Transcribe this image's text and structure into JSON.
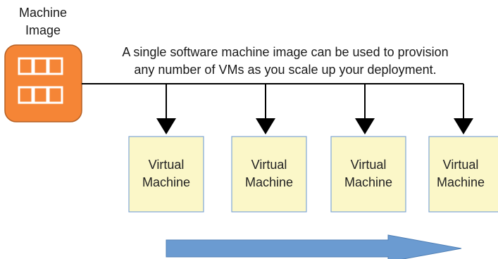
{
  "machine_image": {
    "label_line1": "Machine",
    "label_line2": "Image",
    "icon": "machine-image-icon",
    "color": "#f58536",
    "border_color": "#b55f22"
  },
  "caption": {
    "line1": "A single software machine image can be used to provision",
    "line2": "any number of VMs as you scale up your deployment."
  },
  "virtual_machines": [
    {
      "line1": "Virtual",
      "line2": "Machine"
    },
    {
      "line1": "Virtual",
      "line2": "Machine"
    },
    {
      "line1": "Virtual",
      "line2": "Machine"
    },
    {
      "line1": "Virtual",
      "line2": "Machine"
    }
  ],
  "colors": {
    "vm_fill": "#fbf7c8",
    "vm_border": "#7fa6d6",
    "connector": "#000000",
    "scale_arrow": "#6b9bd1"
  }
}
